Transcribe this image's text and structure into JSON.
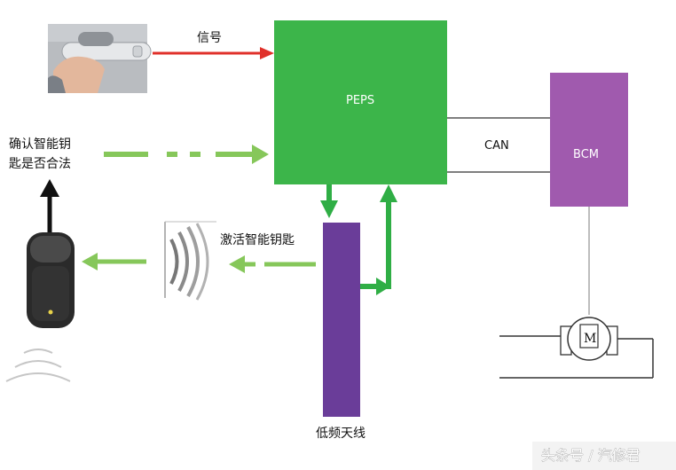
{
  "labels": {
    "signal": "信号",
    "peps": "PEPS",
    "can": "CAN",
    "bcm": "BCM",
    "confirm_line1": "确认智能钥",
    "confirm_line2": "匙是否合法",
    "activate": "激活智能钥匙",
    "antenna": "低频天线",
    "motor": "M",
    "watermark": "头条号 / 汽修君"
  },
  "colors": {
    "peps_green": "#3cb54a",
    "bcm_purple": "#a05aae",
    "antenna_purple": "#6a3d99",
    "signal_red": "#e0302a",
    "arrow_green": "#86c75a",
    "link_green": "#2fae45"
  },
  "icons": {
    "door_handle": "door-handle-photo-icon",
    "smart_key": "smart-key-fob-icon",
    "motor": "motor-icon"
  }
}
